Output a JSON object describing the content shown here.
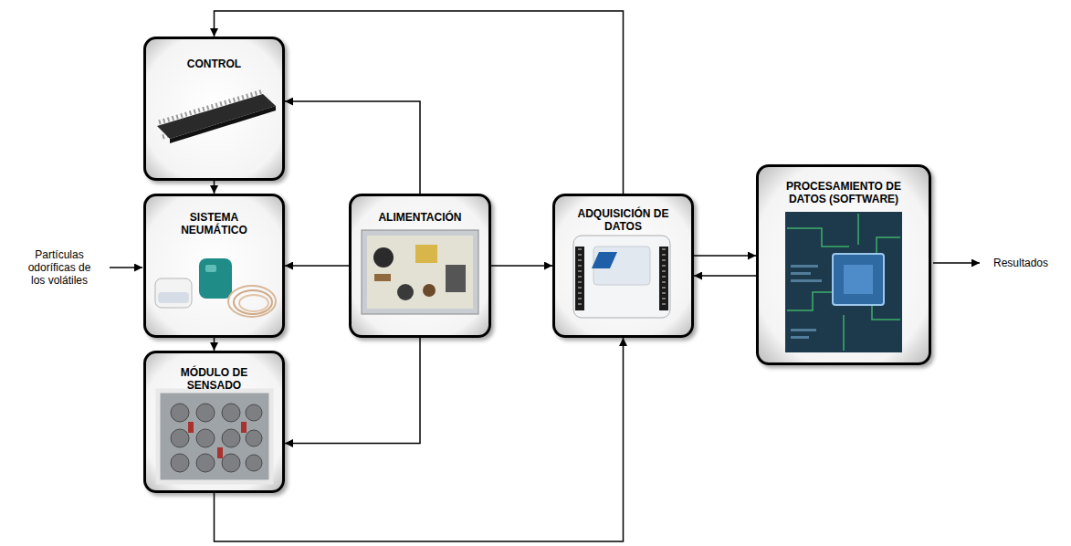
{
  "diagram": {
    "nodes": [
      {
        "text": [
          "CONTROL"
        ]
      },
      {
        "text": [
          "SISTEMA NEUMÁTICO"
        ]
      },
      {
        "text": [
          "ALIMENTACIÓN"
        ]
      },
      {
        "text": [
          "MÓDULO DE SENSADO"
        ]
      },
      {
        "text": [
          "ADQUISICIÓN DE DATOS"
        ]
      },
      {
        "text": [
          "PROCESAMIENTO DE DATOS (SOFTWARE)"
        ]
      }
    ],
    "edges": [
      {
        "from": 0,
        "to": 1,
        "arrow": "to"
      },
      {
        "from": 2,
        "to": 0,
        "arrow": "to"
      },
      {
        "from": 2,
        "to": 1,
        "arrow": "to"
      },
      {
        "from": 1,
        "to": 3,
        "arrow": "to"
      },
      {
        "from": 2,
        "to": 3,
        "arrow": "to"
      },
      {
        "from": 2,
        "to": 4,
        "arrow": "to"
      },
      {
        "from": 3,
        "to": 4,
        "arrow": "to"
      },
      {
        "from": 4,
        "to": 0,
        "arrow": "to"
      },
      {
        "from": 4,
        "to": 5,
        "arrow": "to"
      },
      {
        "from": 5,
        "to": 4,
        "arrow": "to"
      }
    ],
    "labels": [
      "Partículas odoríficas de los volátiles",
      "Resultados"
    ]
  }
}
